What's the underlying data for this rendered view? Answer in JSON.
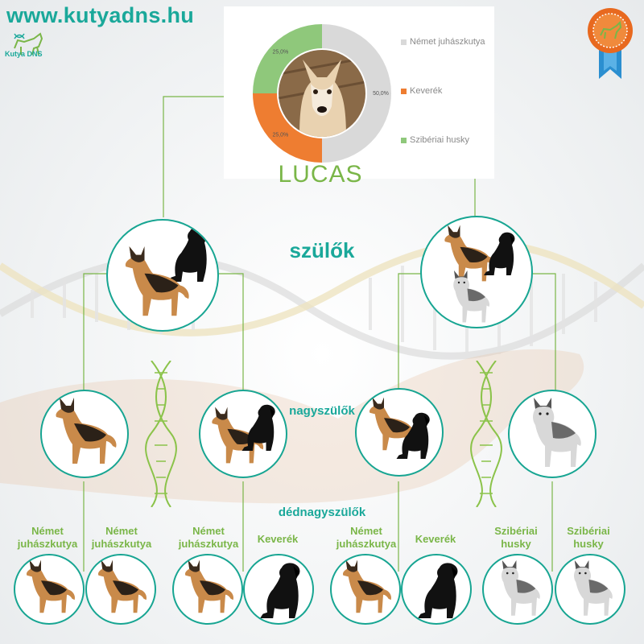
{
  "site": {
    "url": "www.kutyadns.hu",
    "logo_text": "Kutya DNS"
  },
  "dog": {
    "name": "LUCAS"
  },
  "sections": {
    "parents": "szülők",
    "grandparents": "nagyszülők",
    "great_grandparents": "dédnagyszülők"
  },
  "chart_data": {
    "type": "pie",
    "categories": [
      "Német juhászkutya",
      "Keverék",
      "Szibériai husky"
    ],
    "values": [
      50.0,
      25.0,
      25.0
    ],
    "value_labels": [
      "50,0%",
      "25,0%",
      "25,0%"
    ],
    "colors": [
      "#d9d9d9",
      "#ee7d31",
      "#8fc87b"
    ]
  },
  "great_grandparents": [
    {
      "label": "Német juhászkutya",
      "breed_icon": "german-shepherd"
    },
    {
      "label": "Német juhászkutya",
      "breed_icon": "german-shepherd"
    },
    {
      "label": "Német juhászkutya",
      "breed_icon": "german-shepherd"
    },
    {
      "label": "Keverék",
      "breed_icon": "black-mix"
    },
    {
      "label": "Német juhászkutya",
      "breed_icon": "german-shepherd"
    },
    {
      "label": "Keverék",
      "breed_icon": "black-mix"
    },
    {
      "label": "Szibériai husky",
      "breed_icon": "husky"
    },
    {
      "label": "Szibériai husky",
      "breed_icon": "husky"
    }
  ],
  "colors": {
    "accent": "#17a592",
    "green": "#7ab648",
    "orange": "#ee7d31",
    "ribbon": "#2b8fd0"
  }
}
